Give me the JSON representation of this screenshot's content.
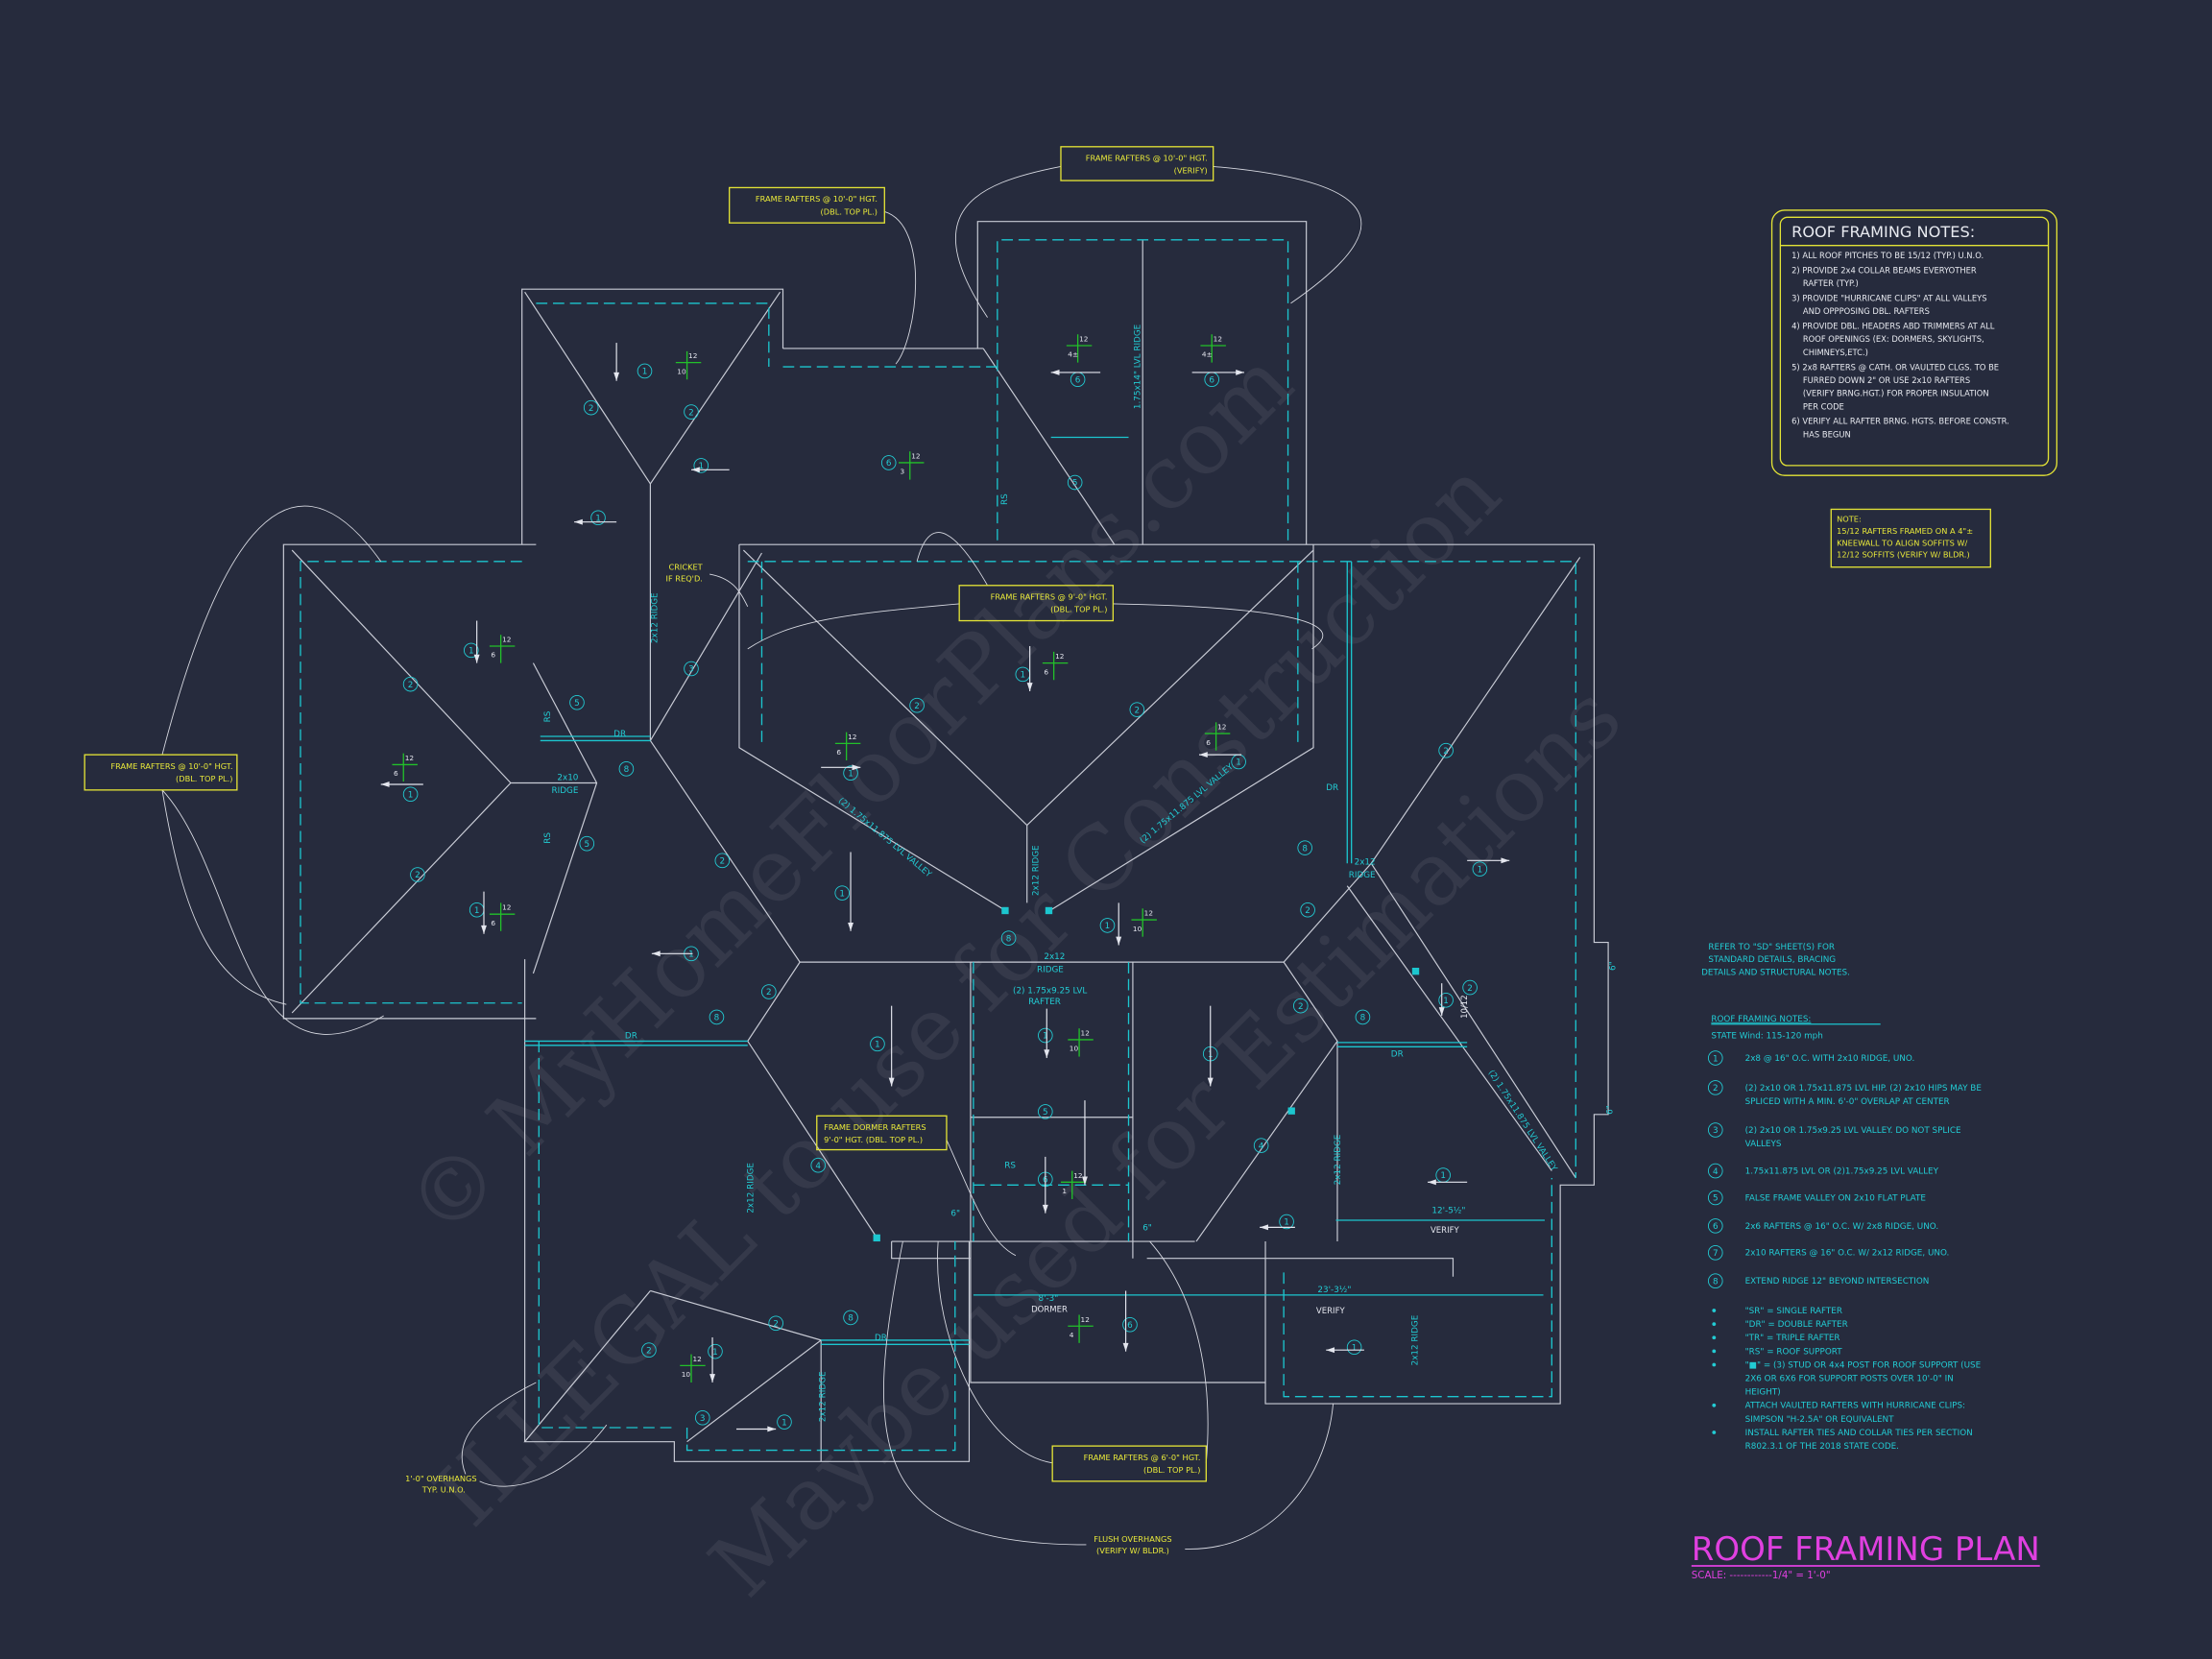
{
  "title": "ROOF FRAMING PLAN",
  "scale": "SCALE: ------------1/4\" = 1'-0\"",
  "colors": {
    "background": "#262b3d",
    "lines": "#c9ccd6",
    "cyan": "#1cc6cf",
    "yellow": "#e3e336",
    "magenta": "#e040e0",
    "green": "#22c02a"
  },
  "watermark": [
    "© MyHomeFloorPlans.com",
    "ILLEGAL to use for Construction",
    "Maybe used for Estimations"
  ],
  "notes_box": {
    "title": "ROOF FRAMING NOTES:",
    "items": [
      [
        "1) ALL ROOF PITCHES TO BE 15/12 (TYP.) U.N.O."
      ],
      [
        "2) PROVIDE 2x4 COLLAR BEAMS EVERYOTHER",
        "RAFTER (TYP.)"
      ],
      [
        "3) PROVIDE \"HURRICANE CLIPS\" AT ALL VALLEYS",
        "AND OPPPOSING DBL. RAFTERS"
      ],
      [
        "4) PROVIDE DBL. HEADERS ABD TRIMMERS AT ALL",
        "ROOF OPENINGS (EX: DORMERS, SKYLIGHTS,",
        "CHIMNEYS,ETC.)"
      ],
      [
        "5) 2x8 RAFTERS @ CATH. OR VAULTED CLGS. TO BE",
        "FURRED DOWN 2\" OR USE 2x10 RAFTERS",
        "(VERIFY BRNG.HGT.) FOR PROPER INSULATION",
        "PER CODE"
      ],
      [
        "6) VERIFY ALL RAFTER BRNG. HGTS. BEFORE CONSTR.",
        "HAS BEGUN"
      ]
    ]
  },
  "note_box": [
    "NOTE:",
    "15/12 RAFTERS FRAMED ON A 4\"±",
    "KNEEWALL TO ALIGN SOFFITS W/",
    "12/12 SOFFITS (VERIFY W/ BLDR.)"
  ],
  "refer_note": [
    "REFER TO \"SD\"  SHEET(S) FOR",
    "STANDARD DETAILS, BRACING",
    "DETAILS AND STRUCTURAL NOTES."
  ],
  "legend": {
    "title": "ROOF FRAMING NOTES:",
    "subtitle": "STATE Wind: 115-120 mph",
    "items": [
      {
        "num": "1",
        "lines": [
          "2x8 @ 16\" O.C. WITH 2x10 RIDGE, UNO."
        ]
      },
      {
        "num": "2",
        "lines": [
          "(2) 2x10 OR 1.75x11.875 LVL HIP. (2) 2x10 HIPS MAY BE",
          "SPLICED WITH A MIN. 6'-0\" OVERLAP AT CENTER"
        ]
      },
      {
        "num": "3",
        "lines": [
          "(2) 2x10 OR 1.75x9.25 LVL VALLEY. DO NOT SPLICE",
          "VALLEYS"
        ]
      },
      {
        "num": "4",
        "lines": [
          "1.75x11.875 LVL OR (2)1.75x9.25 LVL VALLEY"
        ]
      },
      {
        "num": "5",
        "lines": [
          "FALSE FRAME VALLEY ON 2x10 FLAT PLATE"
        ]
      },
      {
        "num": "6",
        "lines": [
          "2x6 RAFTERS @ 16\" O.C. W/ 2x8 RIDGE, UNO."
        ]
      },
      {
        "num": "7",
        "lines": [
          "2x10 RAFTERS @ 16\" O.C. W/ 2x12 RIDGE, UNO."
        ]
      },
      {
        "num": "8",
        "lines": [
          "EXTEND RIDGE 12\" BEYOND INTERSECTION"
        ]
      }
    ],
    "bullets": [
      [
        "\"SR\"  = SINGLE RAFTER"
      ],
      [
        "\"DR\" = DOUBLE RAFTER"
      ],
      [
        "\"TR\" = TRIPLE RAFTER"
      ],
      [
        "\"RS\" = ROOF SUPPORT"
      ],
      [
        "\"■\" = (3) STUD OR 4x4 POST FOR ROOF SUPPORT (USE",
        "2X6 OR 6X6 FOR SUPPORT POSTS OVER 10'-0\" IN",
        "HEIGHT)"
      ],
      [
        "ATTACH VAULTED RAFTERS WITH HURRICANE CLIPS:",
        "SIMPSON \"H-2.5A\" OR EQUIVALENT"
      ],
      [
        "INSTALL RAFTER TIES AND COLLAR TIES PER SECTION",
        "R802.3.1 OF THE 2018 STATE CODE."
      ]
    ]
  },
  "callouts": [
    {
      "lines": [
        "FRAME RAFTERS @ 10'-0\" HGT.",
        "(DBL. TOP PL.)"
      ]
    },
    {
      "lines": [
        "FRAME RAFTERS @ 10'-0\" HGT.",
        "(VERIFY)"
      ]
    },
    {
      "lines": [
        "FRAME RAFTERS @ 9'-0\" HGT.",
        "(DBL. TOP PL.)"
      ]
    },
    {
      "lines": [
        "FRAME RAFTERS @ 10'-0\" HGT.",
        "(DBL. TOP PL.)"
      ]
    },
    {
      "lines": [
        "FRAME DORMER RAFTERS",
        "9'-0\" HGT. (DBL. TOP PL.)"
      ]
    },
    {
      "lines": [
        "FRAME RAFTERS @ 6'-0\" HGT.",
        "(DBL. TOP PL.)"
      ]
    }
  ],
  "free_notes": [
    {
      "lines": [
        "CRICKET",
        "IF REQ'D."
      ]
    },
    {
      "lines": [
        "1'-0\" OVERHANGS",
        "TYP. U.N.O."
      ]
    },
    {
      "lines": [
        "FLUSH OVERHANGS",
        "(VERIFY W/ BLDR.)"
      ]
    }
  ],
  "plan_labels": [
    "2x12 RIDGE",
    "DR",
    "2x10",
    "RIDGE",
    "RS",
    "RS",
    "1.75x14\" LVL RIDGE",
    "RS",
    "(2) 1.75x11.875 LVL VALLEY",
    "(2) 1.75x11.875 LVL VALLEY",
    "2x12 RIDGE",
    "2x12",
    "RIDGE",
    "(2) 1.75x9.25 LVL",
    "RAFTER",
    "DR",
    "2x12",
    "RIDGE",
    "DR",
    "DR",
    "RS",
    "6\"",
    "6\"",
    "8'-3\"",
    "DORMER",
    "12'-5½\"",
    "VERIFY",
    "23'-3½\"",
    "VERIFY",
    "2x12 RIDGE",
    "2x12 RIDGE",
    "2x12 RIDGE",
    "2x12 RIDGE",
    "DR",
    "(2) 1.75x11.875 LVL VALLEY",
    "10/12",
    "6\"",
    "6\""
  ],
  "marks": [
    "1",
    "2",
    "2",
    "1",
    "1",
    "6",
    "6",
    "6",
    "5",
    "1",
    "2",
    "5",
    "3",
    "1",
    "8",
    "5",
    "2",
    "1",
    "2",
    "1",
    "1",
    "2",
    "2",
    "1",
    "1",
    "1",
    "1",
    "8",
    "2",
    "8",
    "2",
    "1",
    "2",
    "8",
    "1",
    "1",
    "1",
    "5",
    "6",
    "4",
    "4",
    "2",
    "8",
    "1",
    "2",
    "1",
    "1",
    "6",
    "2",
    "8",
    "2",
    "1",
    "3",
    "1",
    "1"
  ],
  "pitches": [
    {
      "run": "12",
      "rise": "10"
    },
    {
      "run": "12",
      "rise": "3"
    },
    {
      "run": "12",
      "rise": "4±"
    },
    {
      "run": "12",
      "rise": "4±"
    },
    {
      "run": "12",
      "rise": "6"
    },
    {
      "run": "12",
      "rise": "6"
    },
    {
      "run": "12",
      "rise": "6"
    },
    {
      "run": "12",
      "rise": "6"
    },
    {
      "run": "12",
      "rise": "6"
    },
    {
      "run": "12",
      "rise": "6"
    },
    {
      "run": "12",
      "rise": "10"
    },
    {
      "run": "12",
      "rise": "10"
    },
    {
      "run": "12",
      "rise": "1"
    },
    {
      "run": "12",
      "rise": "4"
    },
    {
      "run": "12",
      "rise": "10"
    }
  ]
}
